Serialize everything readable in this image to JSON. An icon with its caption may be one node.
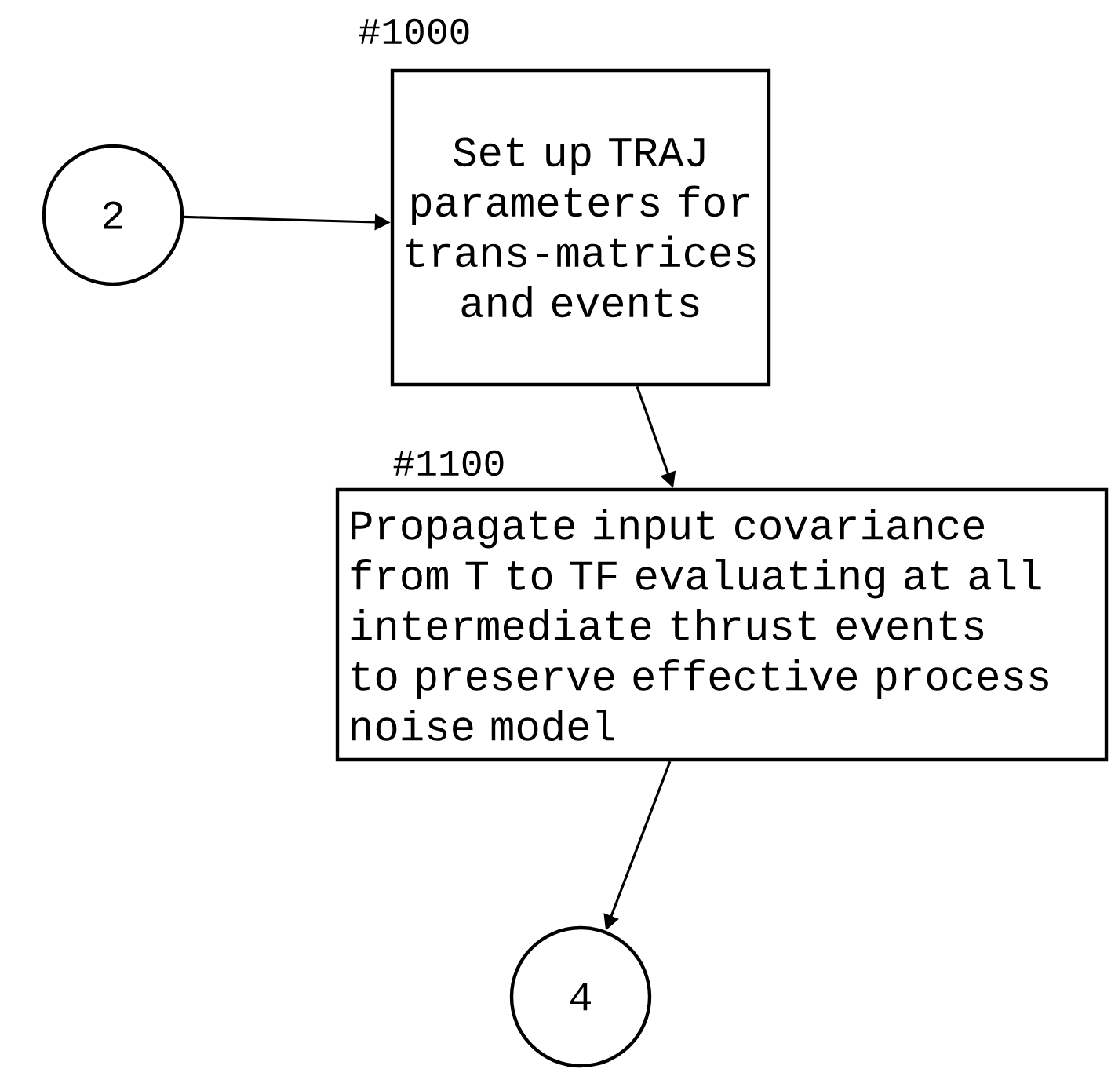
{
  "diagram": {
    "nodes": [
      {
        "text": [
          "2"
        ]
      },
      {
        "text": [
          "#1000",
          "Set up TRAJ parameters for trans-matrices and events"
        ]
      },
      {
        "text": [
          "#1100",
          "Propagate input covariance from T to TF evaluating at all intermediate thrust events to preserve effective process noise model"
        ]
      },
      {
        "text": [
          "4"
        ]
      }
    ],
    "edges": [
      {
        "from": 0,
        "to": 1,
        "arrow": "to"
      },
      {
        "from": 1,
        "to": 2,
        "arrow": "to"
      },
      {
        "from": 2,
        "to": 3,
        "arrow": "to"
      }
    ]
  }
}
